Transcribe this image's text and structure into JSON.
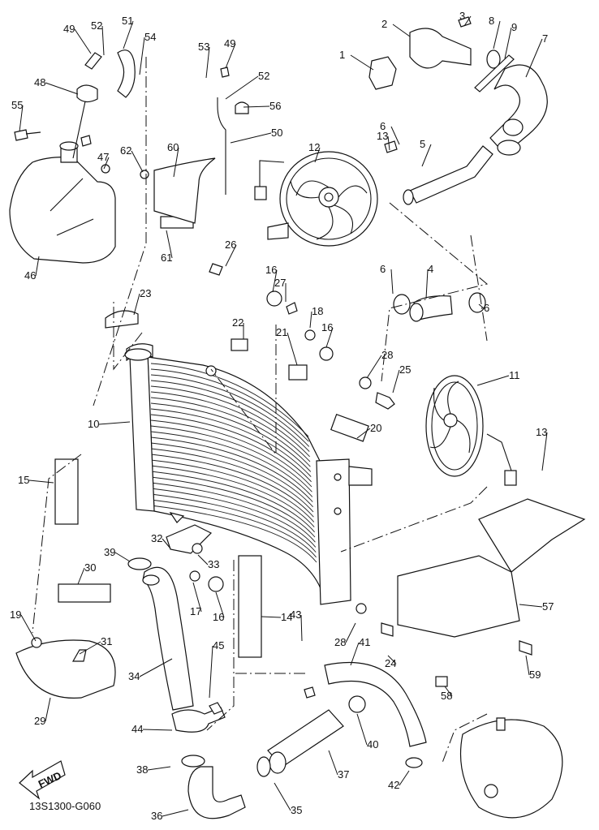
{
  "diagram": {
    "title": "Radiator / Hose exploded parts diagram",
    "drawing_code": "13S1300-G060",
    "fwd_label": "FWD",
    "colors": {
      "line": "#111111",
      "background": "#ffffff"
    }
  },
  "labels": [
    {
      "n": "1"
    },
    {
      "n": "2"
    },
    {
      "n": "3"
    },
    {
      "n": "8"
    },
    {
      "n": "9"
    },
    {
      "n": "7"
    },
    {
      "n": "49"
    },
    {
      "n": "52"
    },
    {
      "n": "51"
    },
    {
      "n": "54"
    },
    {
      "n": "53"
    },
    {
      "n": "49"
    },
    {
      "n": "52"
    },
    {
      "n": "56"
    },
    {
      "n": "50"
    },
    {
      "n": "48"
    },
    {
      "n": "55"
    },
    {
      "n": "47"
    },
    {
      "n": "62"
    },
    {
      "n": "60"
    },
    {
      "n": "46"
    },
    {
      "n": "61"
    },
    {
      "n": "12"
    },
    {
      "n": "13"
    },
    {
      "n": "6"
    },
    {
      "n": "5"
    },
    {
      "n": "26"
    },
    {
      "n": "16"
    },
    {
      "n": "27"
    },
    {
      "n": "6"
    },
    {
      "n": "4"
    },
    {
      "n": "6"
    },
    {
      "n": "23"
    },
    {
      "n": "22"
    },
    {
      "n": "18"
    },
    {
      "n": "16"
    },
    {
      "n": "21"
    },
    {
      "n": "28"
    },
    {
      "n": "25"
    },
    {
      "n": "11"
    },
    {
      "n": "10"
    },
    {
      "n": "20"
    },
    {
      "n": "13"
    },
    {
      "n": "15"
    },
    {
      "n": "32"
    },
    {
      "n": "39"
    },
    {
      "n": "33"
    },
    {
      "n": "30"
    },
    {
      "n": "17"
    },
    {
      "n": "16"
    },
    {
      "n": "14"
    },
    {
      "n": "57"
    },
    {
      "n": "19"
    },
    {
      "n": "31"
    },
    {
      "n": "43"
    },
    {
      "n": "28"
    },
    {
      "n": "41"
    },
    {
      "n": "24"
    },
    {
      "n": "45"
    },
    {
      "n": "59"
    },
    {
      "n": "34"
    },
    {
      "n": "58"
    },
    {
      "n": "29"
    },
    {
      "n": "44"
    },
    {
      "n": "40"
    },
    {
      "n": "38"
    },
    {
      "n": "37"
    },
    {
      "n": "42"
    },
    {
      "n": "36"
    },
    {
      "n": "35"
    }
  ]
}
